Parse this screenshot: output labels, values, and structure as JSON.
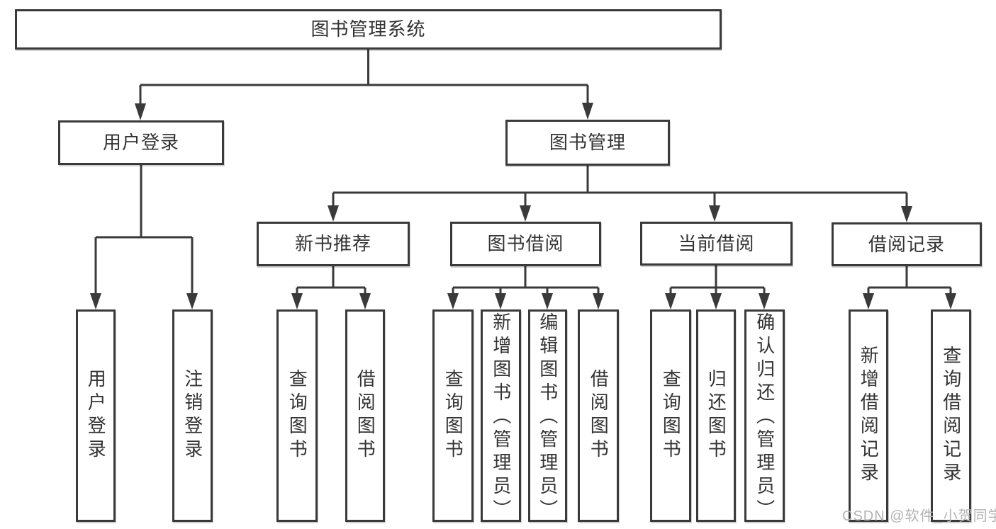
{
  "tree": {
    "root": {
      "label": "图书管理系统",
      "children": [
        {
          "label": "用户登录",
          "children": [
            {
              "label": "用户登录"
            },
            {
              "label": "注销登录"
            }
          ]
        },
        {
          "label": "图书管理",
          "children": [
            {
              "label": "新书推荐",
              "children": [
                {
                  "label": "查询图书"
                },
                {
                  "label": "借阅图书"
                }
              ]
            },
            {
              "label": "图书借阅",
              "children": [
                {
                  "label": "查询图书"
                },
                {
                  "label": "新增图书（管理员）"
                },
                {
                  "label": "编辑图书（管理员）"
                },
                {
                  "label": "借阅图书"
                }
              ]
            },
            {
              "label": "当前借阅",
              "children": [
                {
                  "label": "查询图书"
                },
                {
                  "label": "归还图书"
                },
                {
                  "label": "确认归还（管理员）"
                }
              ]
            },
            {
              "label": "借阅记录",
              "children": [
                {
                  "label": "新增借阅记录"
                },
                {
                  "label": "查询借阅记录"
                }
              ]
            }
          ]
        }
      ]
    }
  },
  "watermark": {
    "text": "CSDN @软件_小贺同学"
  },
  "colors": {
    "line": "#3a3a3a",
    "text": "#333333",
    "node_bg": "#ffffff",
    "background": "#ffffff",
    "watermark": "#b3b3b3"
  }
}
